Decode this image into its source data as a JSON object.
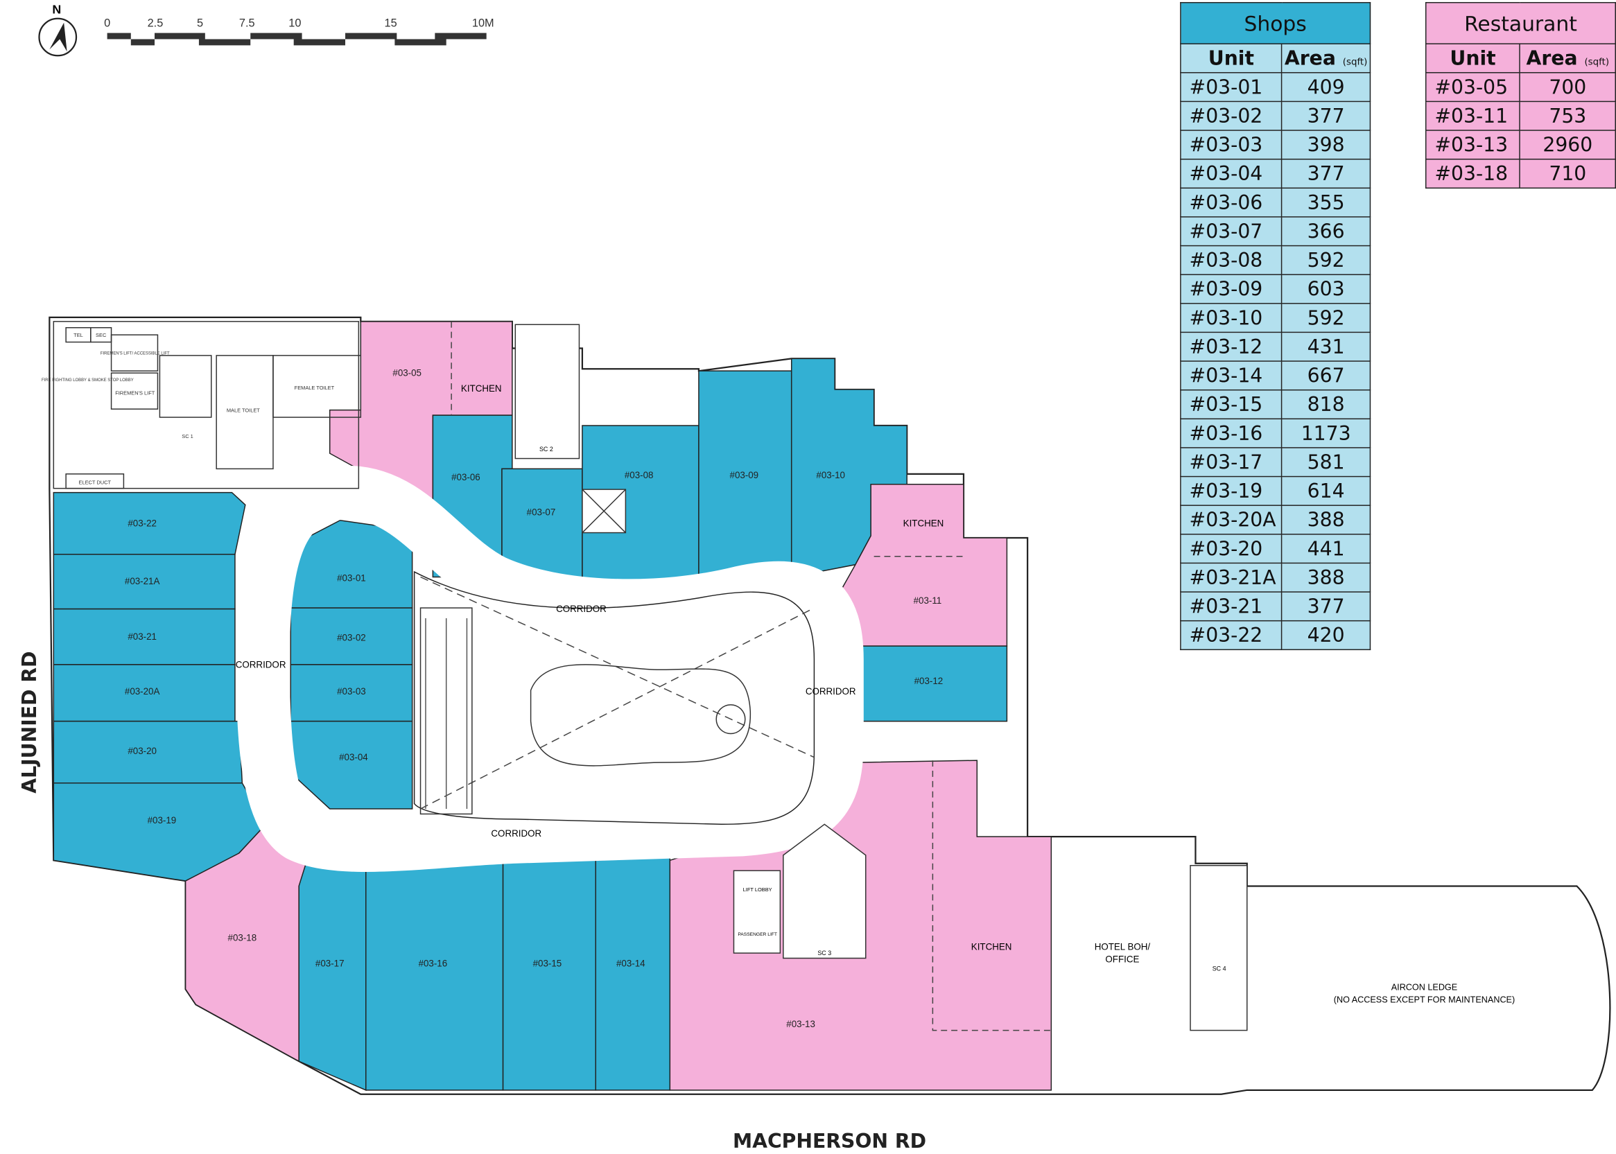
{
  "colors": {
    "shop": "#33b0d3",
    "restaurant": "#f5b0da",
    "shop_table_body": "#b3e0ee"
  },
  "compass": {
    "label": "N"
  },
  "scale_bar": {
    "ticks": [
      "0",
      "2.5",
      "5",
      "7.5",
      "10",
      "15",
      "10M"
    ]
  },
  "roads": {
    "west": "ALJUNIED RD",
    "south": "MACPHERSON RD"
  },
  "shops_table": {
    "title": "Shops",
    "col_unit": "Unit",
    "col_area": "Area",
    "area_unit": "(sqft)",
    "rows": [
      [
        "#03-01",
        "409"
      ],
      [
        "#03-02",
        "377"
      ],
      [
        "#03-03",
        "398"
      ],
      [
        "#03-04",
        "377"
      ],
      [
        "#03-06",
        "355"
      ],
      [
        "#03-07",
        "366"
      ],
      [
        "#03-08",
        "592"
      ],
      [
        "#03-09",
        "603"
      ],
      [
        "#03-10",
        "592"
      ],
      [
        "#03-12",
        "431"
      ],
      [
        "#03-14",
        "667"
      ],
      [
        "#03-15",
        "818"
      ],
      [
        "#03-16",
        "1173"
      ],
      [
        "#03-17",
        "581"
      ],
      [
        "#03-19",
        "614"
      ],
      [
        "#03-20A",
        "388"
      ],
      [
        "#03-20",
        "441"
      ],
      [
        "#03-21A",
        "388"
      ],
      [
        "#03-21",
        "377"
      ],
      [
        "#03-22",
        "420"
      ]
    ]
  },
  "restaurant_table": {
    "title": "Restaurant",
    "col_unit": "Unit",
    "col_area": "Area",
    "area_unit": "(sqft)",
    "rows": [
      [
        "#03-05",
        "700"
      ],
      [
        "#03-11",
        "753"
      ],
      [
        "#03-13",
        "2960"
      ],
      [
        "#03-18",
        "710"
      ]
    ]
  },
  "units": {
    "u0322": "#03-22",
    "u0321a": "#03-21A",
    "u0321": "#03-21",
    "u0320a": "#03-20A",
    "u0320": "#03-20",
    "u0319": "#03-19",
    "u0301": "#03-01",
    "u0302": "#03-02",
    "u0303": "#03-03",
    "u0304": "#03-04",
    "u0305": "#03-05",
    "u0306": "#03-06",
    "u0307": "#03-07",
    "u0308": "#03-08",
    "u0309": "#03-09",
    "u0310": "#03-10",
    "u0311": "#03-11",
    "u0312": "#03-12",
    "u0313": "#03-13",
    "u0314": "#03-14",
    "u0315": "#03-15",
    "u0316": "#03-16",
    "u0317": "#03-17",
    "u0318": "#03-18"
  },
  "labels": {
    "kitchen": "KITCHEN",
    "corridor": "CORRIDOR",
    "sc1": "SC 1",
    "sc2": "SC 2",
    "sc3": "SC 3",
    "sc4": "SC 4",
    "tel": "TEL",
    "sec": "SEC",
    "firemens_lift": "FIREMEN'S LIFT",
    "accessible_lift": "FIREMEN'S LIFT/ ACCESSIBLE LIFT",
    "fire_lobby": "FIRE FIGHTING LOBBY & SMOKE STOP LOBBY",
    "elect_duct": "ELECT DUCT",
    "male_toilet": "MALE TOILET",
    "female_toilet": "FEMALE TOILET",
    "lift_lobby": "LIFT LOBBY",
    "passenger_lift": "PASSENGER LIFT",
    "hotel_boh_1": "HOTEL BOH/",
    "hotel_boh_2": "OFFICE",
    "aircon_1": "AIRCON LEDGE",
    "aircon_2": "(NO ACCESS EXCEPT FOR MAINTENANCE)"
  }
}
